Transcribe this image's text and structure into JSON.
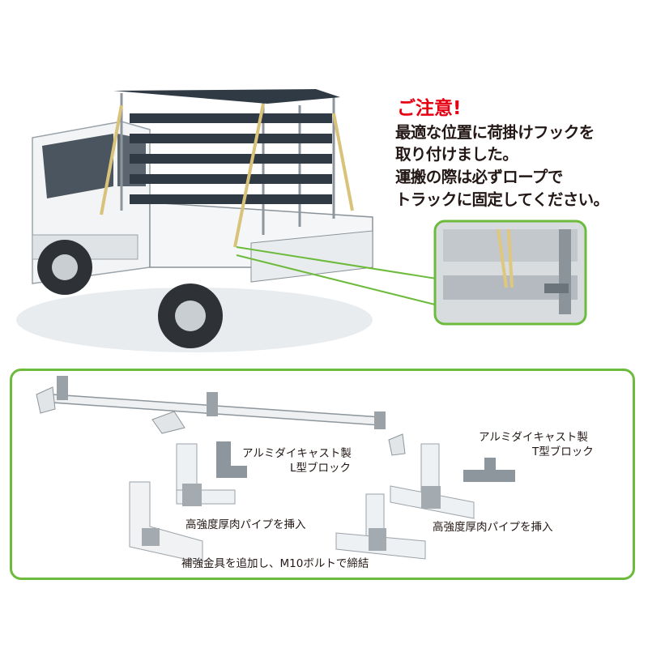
{
  "notice": {
    "title": "ご注意!",
    "lines": [
      "最適な位置に荷掛けフックを",
      "取り付けました。",
      "運搬の際は必ずロープで",
      "トラックに固定してください。"
    ]
  },
  "parts": {
    "l_block_line1": "アルミダイキャスト製",
    "l_block_line2": "L型ブロック",
    "t_block_line1": "アルミダイキャスト製",
    "t_block_line2": "T型ブロック",
    "pipe_left": "高強度厚肉パイプを挿入",
    "pipe_right": "高強度厚肉パイプを挿入",
    "bolt": "補強金具を追加し、M10ボルトで締結"
  },
  "colors": {
    "warning": "#e60012",
    "panel_border": "#6cbb3c",
    "text": "#231815"
  }
}
